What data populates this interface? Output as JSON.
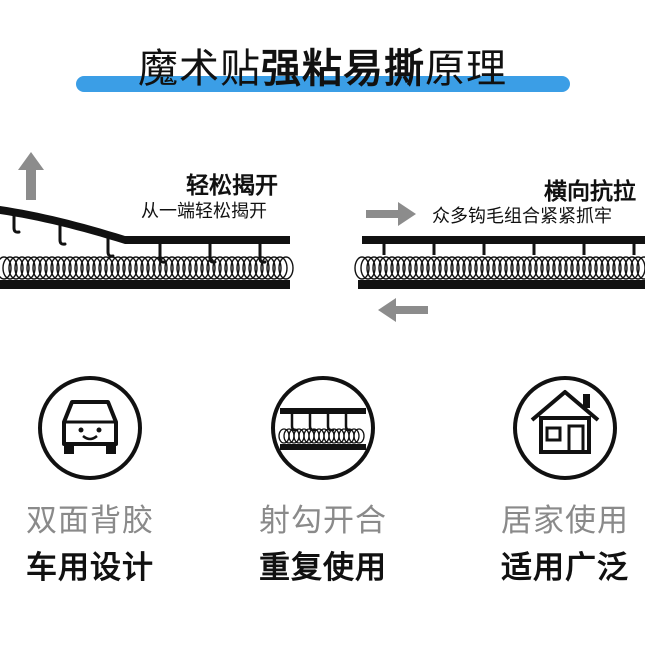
{
  "title": {
    "part1": "魔术贴",
    "part2": "强粘易撕",
    "part3": "原理"
  },
  "left_panel": {
    "heading": "轻松揭开",
    "subheading": "从一端轻松揭开"
  },
  "right_panel": {
    "heading": "横向抗拉",
    "subheading": "众多钩毛组合紧紧抓牢"
  },
  "features": [
    {
      "icon": "car-icon",
      "line1": "双面背胶",
      "line2": "车用设计"
    },
    {
      "icon": "hook-loop-icon",
      "line1": "射勾开合",
      "line2": "重复使用"
    },
    {
      "icon": "house-icon",
      "line1": "居家使用",
      "line2": "适用广泛"
    }
  ],
  "colors": {
    "accent_blue": "#3b9ee6",
    "arrow_gray": "#8c8c8c",
    "dark": "#111111"
  }
}
